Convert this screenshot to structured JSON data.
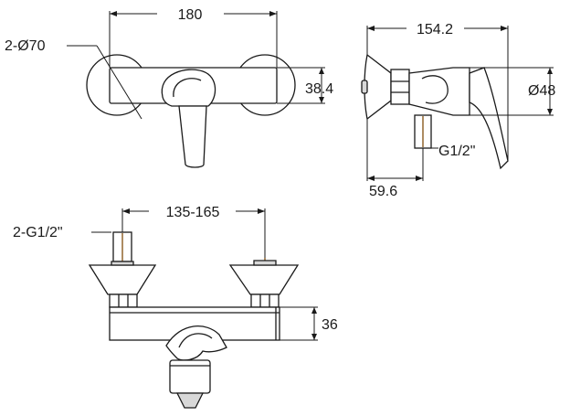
{
  "front_view": {
    "width_label": "180",
    "flange_label": "2-Ø70",
    "height_label": "38.4"
  },
  "side_view": {
    "depth_label": "154.2",
    "diameter_label": "Ø48",
    "inlet_label": "G1/2\"",
    "offset_label": "59.6"
  },
  "bottom_view": {
    "centers_label": "135-165",
    "inlets_label": "2-G1/2\"",
    "body_label": "36"
  },
  "colors": {
    "line": "#1a1a1a",
    "pipe_accent": "#8a5a1f"
  }
}
